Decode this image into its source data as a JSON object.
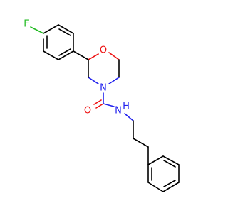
{
  "atoms": {
    "fluorine": {
      "label": "F",
      "color": "#22bb22"
    },
    "ring_oxygen": {
      "label": "O",
      "color": "#ee1111"
    },
    "ring_nitrogen": {
      "label": "N",
      "color": "#2222ee"
    },
    "carbonyl_oxygen": {
      "label": "O",
      "color": "#ee1111"
    },
    "amide_nitrogen": {
      "label": "N",
      "color": "#2222ee"
    },
    "amide_hydrogen": {
      "label": "H",
      "color": "#2222ee"
    }
  },
  "colors": {
    "bond": "#000000",
    "background": "#ffffff"
  }
}
